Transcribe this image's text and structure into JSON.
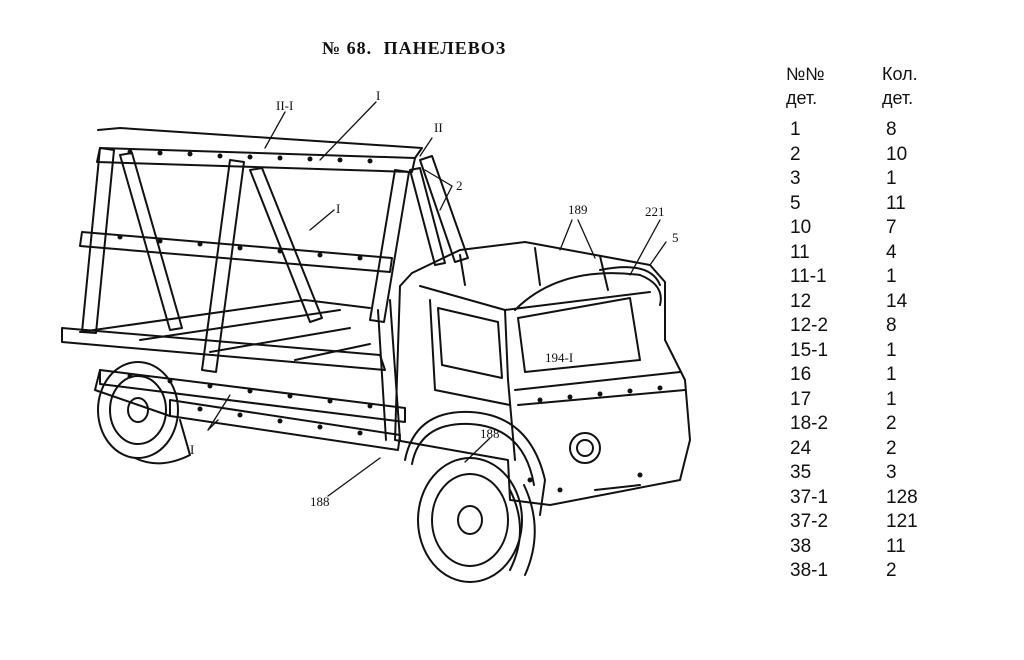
{
  "title": {
    "number": "№ 68.",
    "name": "ПАНЕЛЕВОЗ"
  },
  "table": {
    "col1": [
      "№№",
      "дет."
    ],
    "col2": [
      "Кол.",
      "дет."
    ],
    "rows": [
      {
        "part": "1",
        "qty": "8"
      },
      {
        "part": "2",
        "qty": "10"
      },
      {
        "part": "3",
        "qty": "1"
      },
      {
        "part": "5",
        "qty": "11"
      },
      {
        "part": "10",
        "qty": "7"
      },
      {
        "part": "11",
        "qty": "4"
      },
      {
        "part": "11-1",
        "qty": "1"
      },
      {
        "part": "12",
        "qty": "14"
      },
      {
        "part": "12-2",
        "qty": "8"
      },
      {
        "part": "15-1",
        "qty": "1"
      },
      {
        "part": "16",
        "qty": "1"
      },
      {
        "part": "17",
        "qty": "1"
      },
      {
        "part": "18-2",
        "qty": "2"
      },
      {
        "part": "24",
        "qty": "2"
      },
      {
        "part": "35",
        "qty": "3"
      },
      {
        "part": "37-1",
        "qty": "128"
      },
      {
        "part": "37-2",
        "qty": "121"
      },
      {
        "part": "38",
        "qty": "11"
      },
      {
        "part": "38-1",
        "qty": "2"
      }
    ]
  },
  "callouts": {
    "c1": "I",
    "c2": "II-I",
    "c3": "II",
    "c4": "2",
    "c5": "I",
    "c6": "189",
    "c7": "221",
    "c8": "5",
    "c9": "194-I",
    "c10": "188",
    "c11": "188",
    "c12": "I"
  }
}
